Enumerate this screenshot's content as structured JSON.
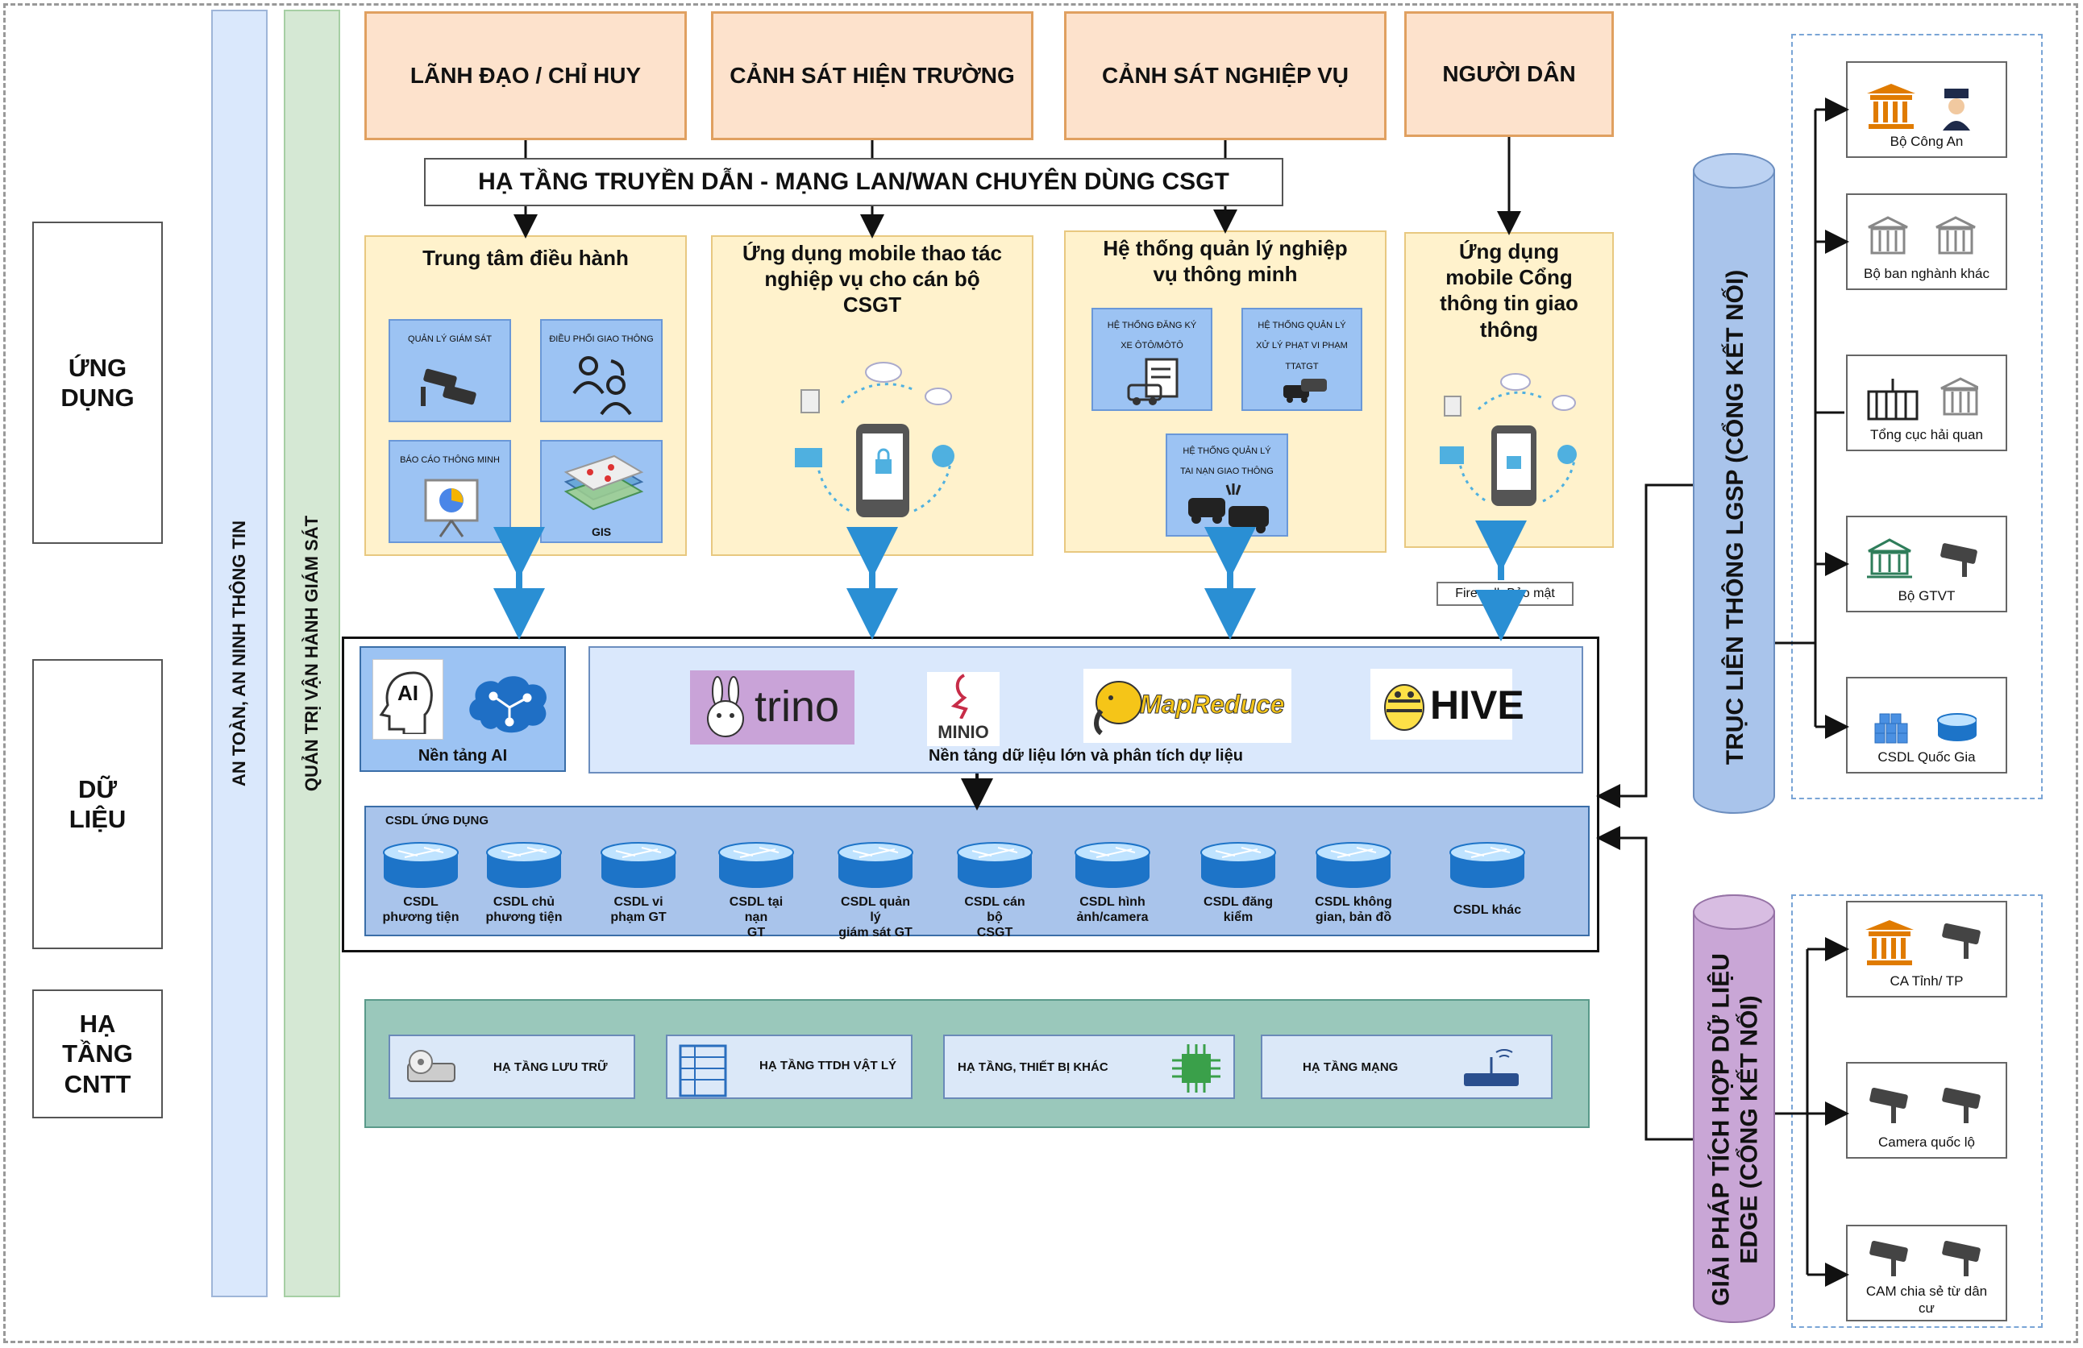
{
  "layers": {
    "app": "ỨNG\nDỤNG",
    "data": "DỮ\nLIỆU",
    "infra": "HẠ\nTẦNG\nCNTT"
  },
  "side_bars": {
    "security": "AN TOÀN, AN NINH THÔNG TIN",
    "ops": "QUẢN TRỊ VẬN HÀNH GIÁM SÁT"
  },
  "users": [
    "LÃNH ĐẠO / CHỈ HUY",
    "CẢNH SÁT HIỆN TRƯỜNG",
    "CẢNH SÁT NGHIỆP VỤ",
    "NGƯỜI DÂN"
  ],
  "network": "HẠ TẦNG TRUYỀN DẪN  - MẠNG LAN/WAN CHUYÊN DÙNG CSGT",
  "apps": {
    "center": {
      "title": "Trung tâm điều hành",
      "tiles": [
        "QUẢN LÝ GIÁM SÁT",
        "ĐIỀU PHỐI GIAO THÔNG",
        "BÁO CÁO THÔNG MINH",
        "GIS"
      ]
    },
    "mobile_police": {
      "title": "Ứng dụng mobile thao tác\nnghiệp vụ cho cán bộ\nCSGT"
    },
    "mgmt": {
      "title": "Hệ thống quản lý nghiệp\nvụ thông minh",
      "tiles": [
        "HỆ THỐNG ĐĂNG KÝ\nXE ÔTÔ/MÔTÔ",
        "HỆ THỐNG QUẢN LÝ\nXỬ LÝ PHẠT VI PHẠM\nTTATGT",
        "HỆ THỐNG QUẢN LÝ\nTAI NẠN GIAO THÔNG"
      ]
    },
    "mobile_citizen": {
      "title": "Ứng dụng\nmobile Cổng\nthông tin giao\nthông"
    }
  },
  "firewall": "Firewall, Bảo mật",
  "ai": {
    "label": "Nền tảng AI",
    "badge": "AI"
  },
  "bigdata": {
    "label": "Nền tảng dữ liệu lớn và phân tích dự liệu",
    "logos": {
      "trino": "trino",
      "minio": "MINIO",
      "mapreduce": "MapReduce",
      "hive": "HIVE"
    }
  },
  "csdl": {
    "title": "CSDL ỨNG DỤNG",
    "items": [
      "CSDL\nphương tiện",
      "CSDL chủ\nphương tiện",
      "CSDL vi\nphạm GT",
      "CSDL tại nạn\nGT",
      "CSDL quản lý\ngiám sát GT",
      "CSDL cán bộ\nCSGT",
      "CSDL hình\nảnh/camera",
      "CSDL đăng\nkiểm",
      "CSDL không\ngian, bản đồ",
      "CSDL khác"
    ]
  },
  "infra_items": [
    "HẠ TẦNG LƯU TRỮ",
    "HẠ TẦNG TTDH VẬT LÝ",
    "HẠ TẦNG, THIẾT BỊ KHÁC",
    "HẠ TẦNG MẠNG"
  ],
  "lgsp": "TRỤC LIÊN THÔNG LGSP (CỔNG KẾT NỐI)",
  "edge": "GIẢI PHÁP TÍCH HỢP DỮ LIỆU\nEDGE (CỔNG KẾT NỐI)",
  "lgsp_items": [
    "Bộ Công An",
    "Bộ ban nghành khác",
    "Tổng cục hải quan",
    "Bộ GTVT",
    "CSDL Quốc Gia"
  ],
  "edge_items": [
    "CA Tỉnh/ TP",
    "Camera quốc lộ",
    "CAM chia sẻ từ dân\ncư"
  ],
  "colors": {
    "user": "#fde2cc",
    "app": "#fff2cc",
    "tile": "#9cc3f3",
    "data": "#dae8fc",
    "infra": "#9ac8bb",
    "arrow": "#2a8fd4",
    "lgsp": "#a9c4eb",
    "edge": "#c9a6d6"
  }
}
